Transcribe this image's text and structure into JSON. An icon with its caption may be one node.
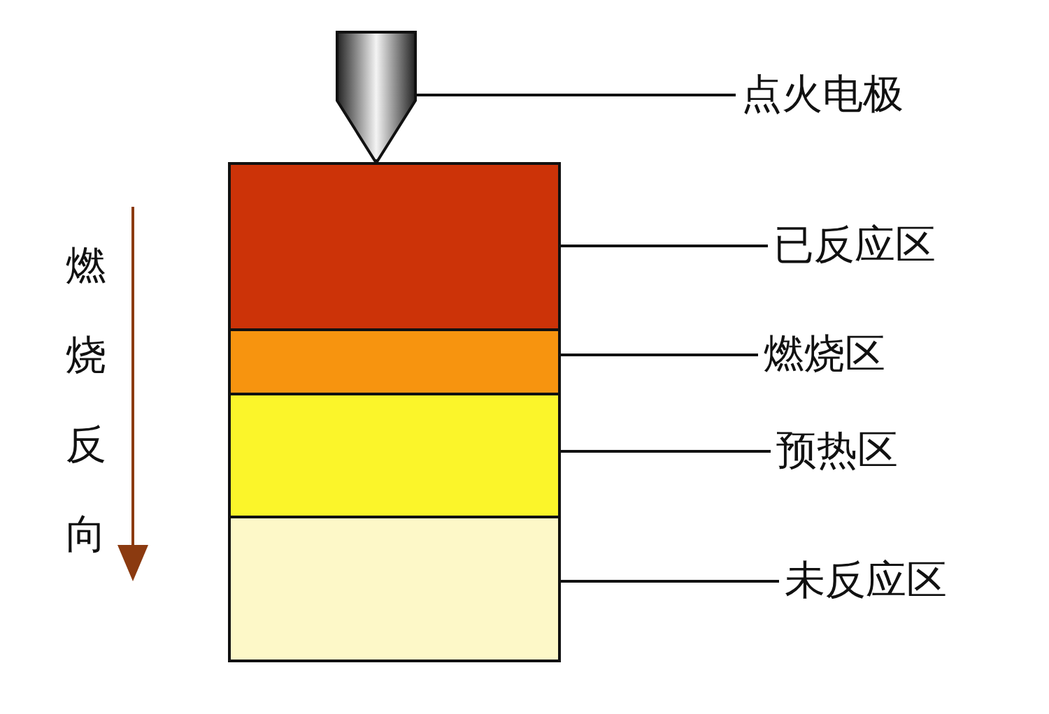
{
  "diagram": {
    "nodes": [
      {
        "text": [],
        "shape": "cylinder"
      },
      {
        "text": [],
        "shape": "box"
      },
      {
        "text": [],
        "shape": "box"
      },
      {
        "text": [],
        "shape": "box"
      },
      {
        "text": [],
        "shape": "box"
      },
      {
        "text": [
          "点火电极"
        ]
      },
      {
        "text": [
          "已反应区"
        ]
      },
      {
        "text": [
          "燃烧区"
        ]
      },
      {
        "text": [
          "预热区"
        ]
      },
      {
        "text": [
          "未反应区"
        ]
      }
    ],
    "edges": [
      {
        "from": 5,
        "to": 0,
        "arrow": "none"
      },
      {
        "from": 6,
        "to": 1,
        "arrow": "none"
      },
      {
        "from": 7,
        "to": 2,
        "arrow": "none"
      },
      {
        "from": 8,
        "to": 3,
        "arrow": "none"
      },
      {
        "from": 9,
        "to": 4,
        "arrow": "none"
      }
    ],
    "labels": [
      "燃烧反向"
    ]
  }
}
